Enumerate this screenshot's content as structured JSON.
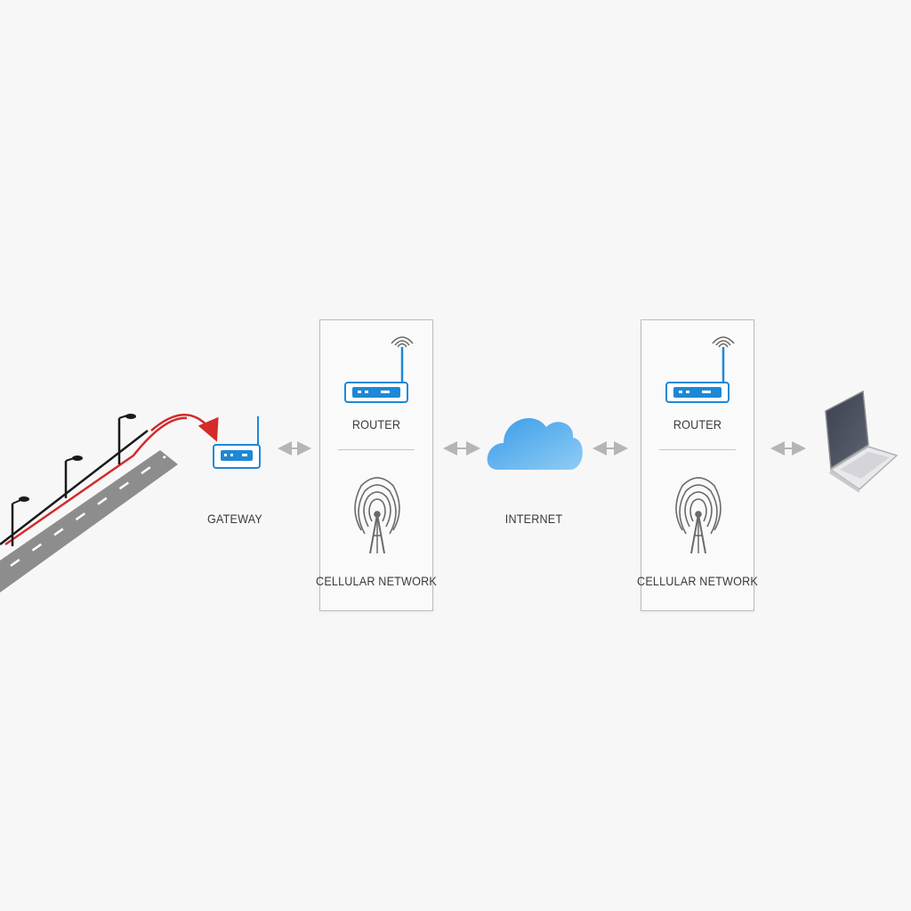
{
  "nodes": {
    "gateway": {
      "label": "GATEWAY"
    },
    "router_left": {
      "label": "ROUTER"
    },
    "cellular_left": {
      "label": "CELLULAR NETWORK"
    },
    "internet": {
      "label": "INTERNET"
    },
    "router_right": {
      "label": "ROUTER"
    },
    "cellular_right": {
      "label": "CELLULAR NETWORK"
    }
  },
  "icons": {
    "streetlights": "streetlight-road-icon",
    "gateway": "gateway-device-icon",
    "router": "router-icon",
    "cell_tower": "cell-tower-icon",
    "cloud": "cloud-icon",
    "laptop": "laptop-icon"
  },
  "colors": {
    "accent_blue": "#1e88d6",
    "signal_red": "#d42a2a",
    "road_gray": "#8d8d8d",
    "panel_border": "#bcbcbc",
    "text": "#3a3a3a"
  }
}
